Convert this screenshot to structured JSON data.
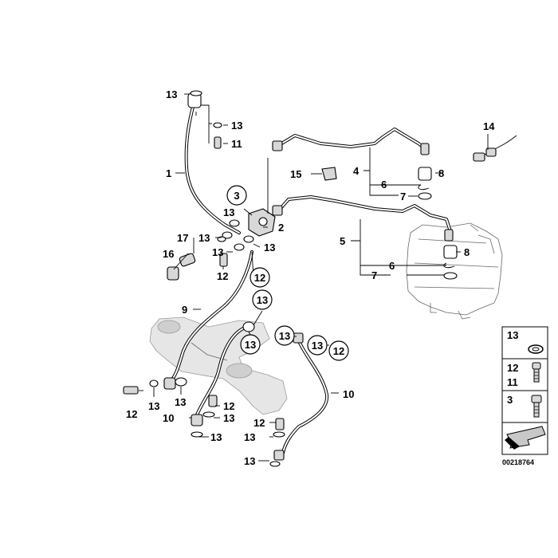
{
  "callouts": {
    "c13_top": "13",
    "c13_washer_top": "13",
    "c11_top": "11",
    "c1": "1",
    "c14": "14",
    "c4": "4",
    "c8_upper": "8",
    "c15": "15",
    "c6_upper": "6",
    "c7_upper": "7",
    "c3": "3",
    "c13_block": "13",
    "c2": "2",
    "c17": "17",
    "c13_left": "13",
    "c13_block_right": "13",
    "c5": "5",
    "c8_lower": "8",
    "c16": "16",
    "c13_bolt": "13",
    "c12_bolt": "12",
    "c12_circ_a": "12",
    "c6_lower": "6",
    "c7_lower": "7",
    "c9": "9",
    "c13_circ_a": "13",
    "c13_circ_b": "13",
    "c13_circ_c": "13",
    "c13_circ_d": "13",
    "c12_circ_b": "12",
    "c10_right": "10",
    "c12_bottom_left": "12",
    "c13_bottom_left": "13",
    "c13_bottom_mid": "13",
    "c12_bottom_mid": "12",
    "c13_bottom_mid2": "13",
    "c10_left": "10",
    "c13_bottom_end": "13",
    "c12_bottom_right": "12",
    "c13_bottom_right": "13",
    "c13_bottom_right2": "13"
  },
  "legend": {
    "row1": "13",
    "row2a": "12",
    "row2b": "11",
    "row3": "3"
  },
  "doc_number": "00218764"
}
